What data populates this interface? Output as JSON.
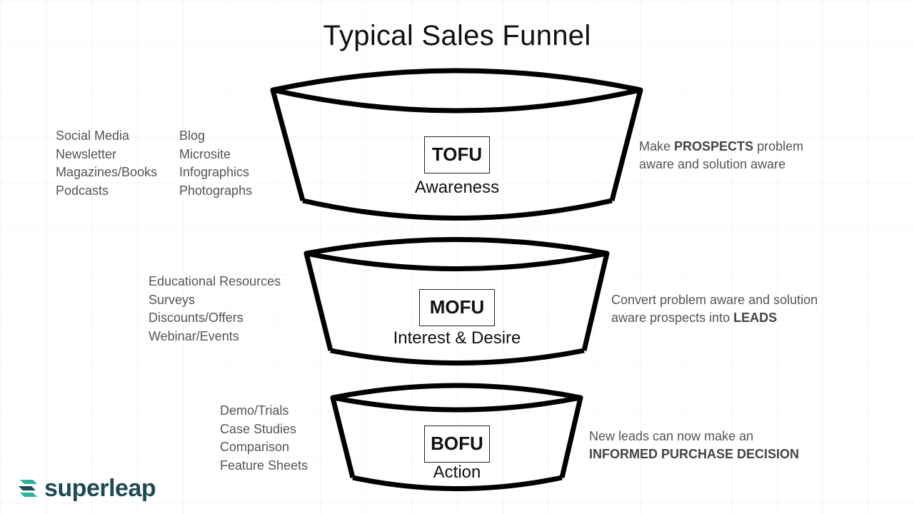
{
  "title": "Typical Sales Funnel",
  "stages": [
    {
      "code": "TOFU",
      "label": "Awareness",
      "channels_left": [
        "Social Media",
        "Newsletter",
        "Magazines/Books",
        "Podcasts"
      ],
      "channels_right": [
        "Blog",
        "Microsite",
        "Infographics",
        "Photographs"
      ],
      "description_parts": [
        "Make ",
        "PROSPECTS",
        " problem aware and solution aware"
      ]
    },
    {
      "code": "MOFU",
      "label": "Interest & Desire",
      "channels": [
        "Educational Resources",
        "Surveys",
        "Discounts/Offers",
        "Webinar/Events"
      ],
      "description_parts": [
        "Convert problem aware and solution aware prospects into ",
        "LEADS"
      ]
    },
    {
      "code": "BOFU",
      "label": "Action",
      "channels": [
        "Demo/Trials",
        "Case Studies",
        "Comparison",
        "Feature Sheets"
      ],
      "description_parts": [
        "New leads can now make an ",
        "INFORMED PURCHASE DECISION"
      ]
    }
  ],
  "logo": {
    "text": "superleap",
    "colors": {
      "text": "#1e4a55",
      "mark_dark": "#1e4a55",
      "mark_light": "#2bb3a0"
    }
  },
  "colors": {
    "outline": "#000000",
    "text": "#555555",
    "title": "#111111"
  }
}
